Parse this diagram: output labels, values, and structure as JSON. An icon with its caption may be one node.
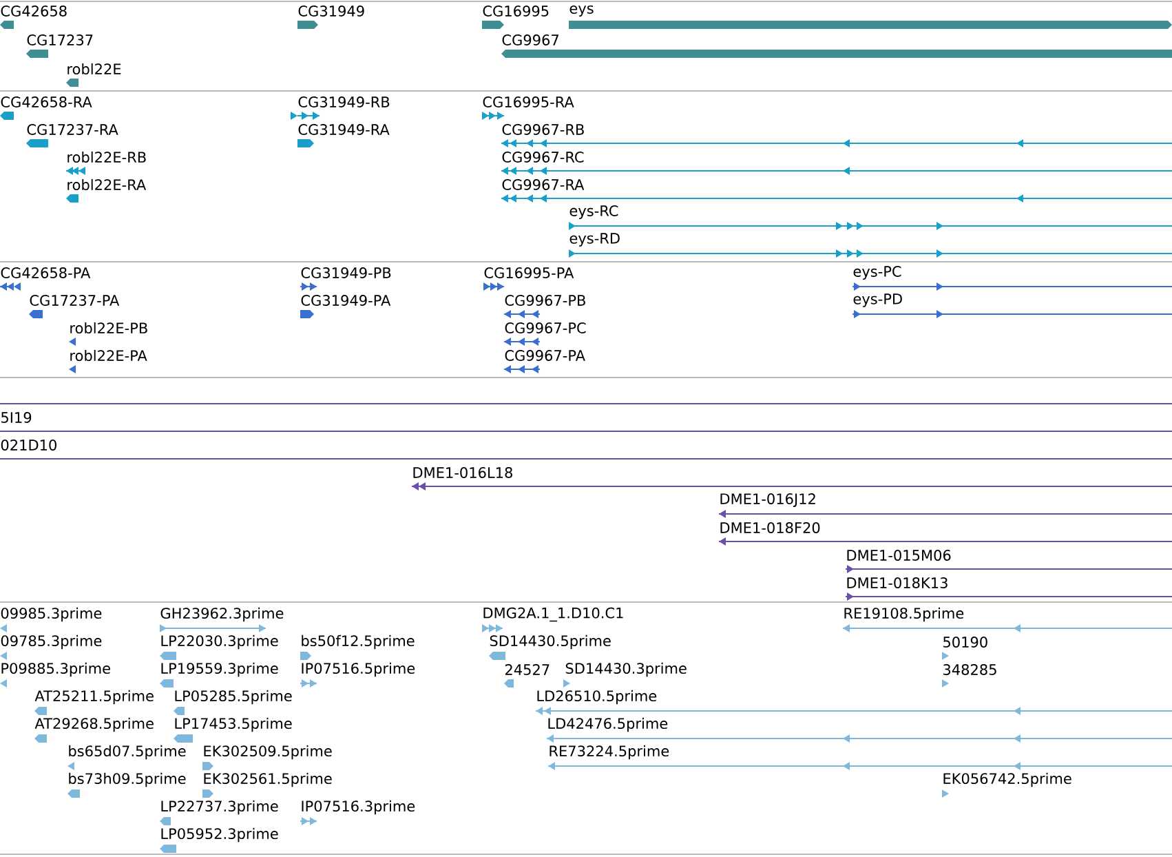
{
  "diagram": {
    "labels": [
      "CG42658",
      "CG31949",
      "CG16995",
      "eys",
      "CG17237",
      "CG9967",
      "robl22E",
      "CG42658-RA",
      "CG31949-RB",
      "CG16995-RA",
      "CG17237-RA",
      "CG31949-RA",
      "CG9967-RB",
      "robl22E-RB",
      "CG9967-RC",
      "robl22E-RA",
      "CG9967-RA",
      "eys-RC",
      "eys-RD",
      "CG42658-PA",
      "CG31949-PB",
      "CG16995-PA",
      "eys-PC",
      "CG17237-PA",
      "CG31949-PA",
      "CG9967-PB",
      "eys-PD",
      "robl22E-PB",
      "CG9967-PC",
      "robl22E-PA",
      "CG9967-PA",
      "5I19",
      "021D10",
      "DME1-016L18",
      "DME1-016J12",
      "DME1-018F20",
      "DME1-015M06",
      "DME1-018K13",
      "09985.3prime",
      "GH23962.3prime",
      "DMG2A.1_1.D10.C1",
      "RE19108.5prime",
      "09785.3prime",
      "LP22030.3prime",
      "bs50f12.5prime",
      "SD14430.5prime",
      "50190",
      "P09885.3prime",
      "LP19559.3prime",
      "IP07516.5prime",
      "24527",
      "SD14430.3prime",
      "348285",
      "AT25211.5prime",
      "LP05285.5prime",
      "LD26510.5prime",
      "AT29268.5prime",
      "LP17453.5prime",
      "LD42476.5prime",
      "bs65d07.5prime",
      "EK302509.5prime",
      "RE73224.5prime",
      "bs73h09.5prime",
      "EK302561.5prime",
      "EK056742.5prime",
      "LP22737.3prime",
      "IP07516.3prime",
      "LP05952.3prime"
    ]
  }
}
